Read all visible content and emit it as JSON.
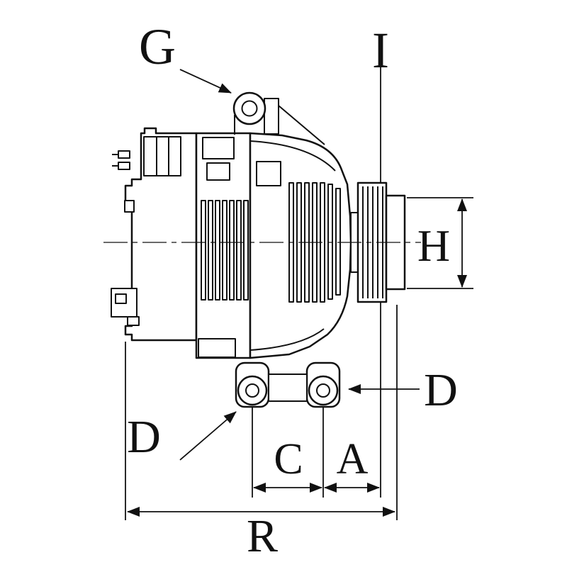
{
  "diagram": {
    "type": "technical-drawing",
    "subject": "alternator side view with dimension callouts",
    "background": "#ffffff",
    "line_color": "#111111",
    "labels": {
      "g": "G",
      "i": "I",
      "h": "H",
      "d_right": "D",
      "d_left": "D",
      "c": "C",
      "a": "A",
      "r": "R"
    }
  }
}
